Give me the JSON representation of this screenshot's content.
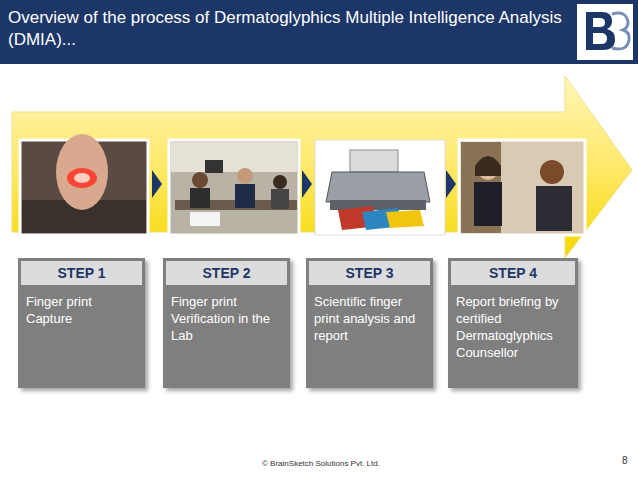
{
  "diagram": {
    "title": "Overview of the process of Dermatoglyphics Multiple Intelligence Analysis (DMIA)...",
    "nodes": [
      {
        "text": [
          "STEP 1",
          "Finger print Capture"
        ]
      },
      {
        "text": [
          "STEP 2",
          "Finger print Verification in the Lab"
        ]
      },
      {
        "text": [
          "STEP 3",
          "Scientific finger print analysis and report"
        ]
      },
      {
        "text": [
          "STEP 4",
          "Report briefing by certified Dermatoglyphics Counsellor"
        ]
      }
    ],
    "labels": [
      "© BrainSketch Solutions Pvt. Ltd.",
      "8"
    ]
  }
}
